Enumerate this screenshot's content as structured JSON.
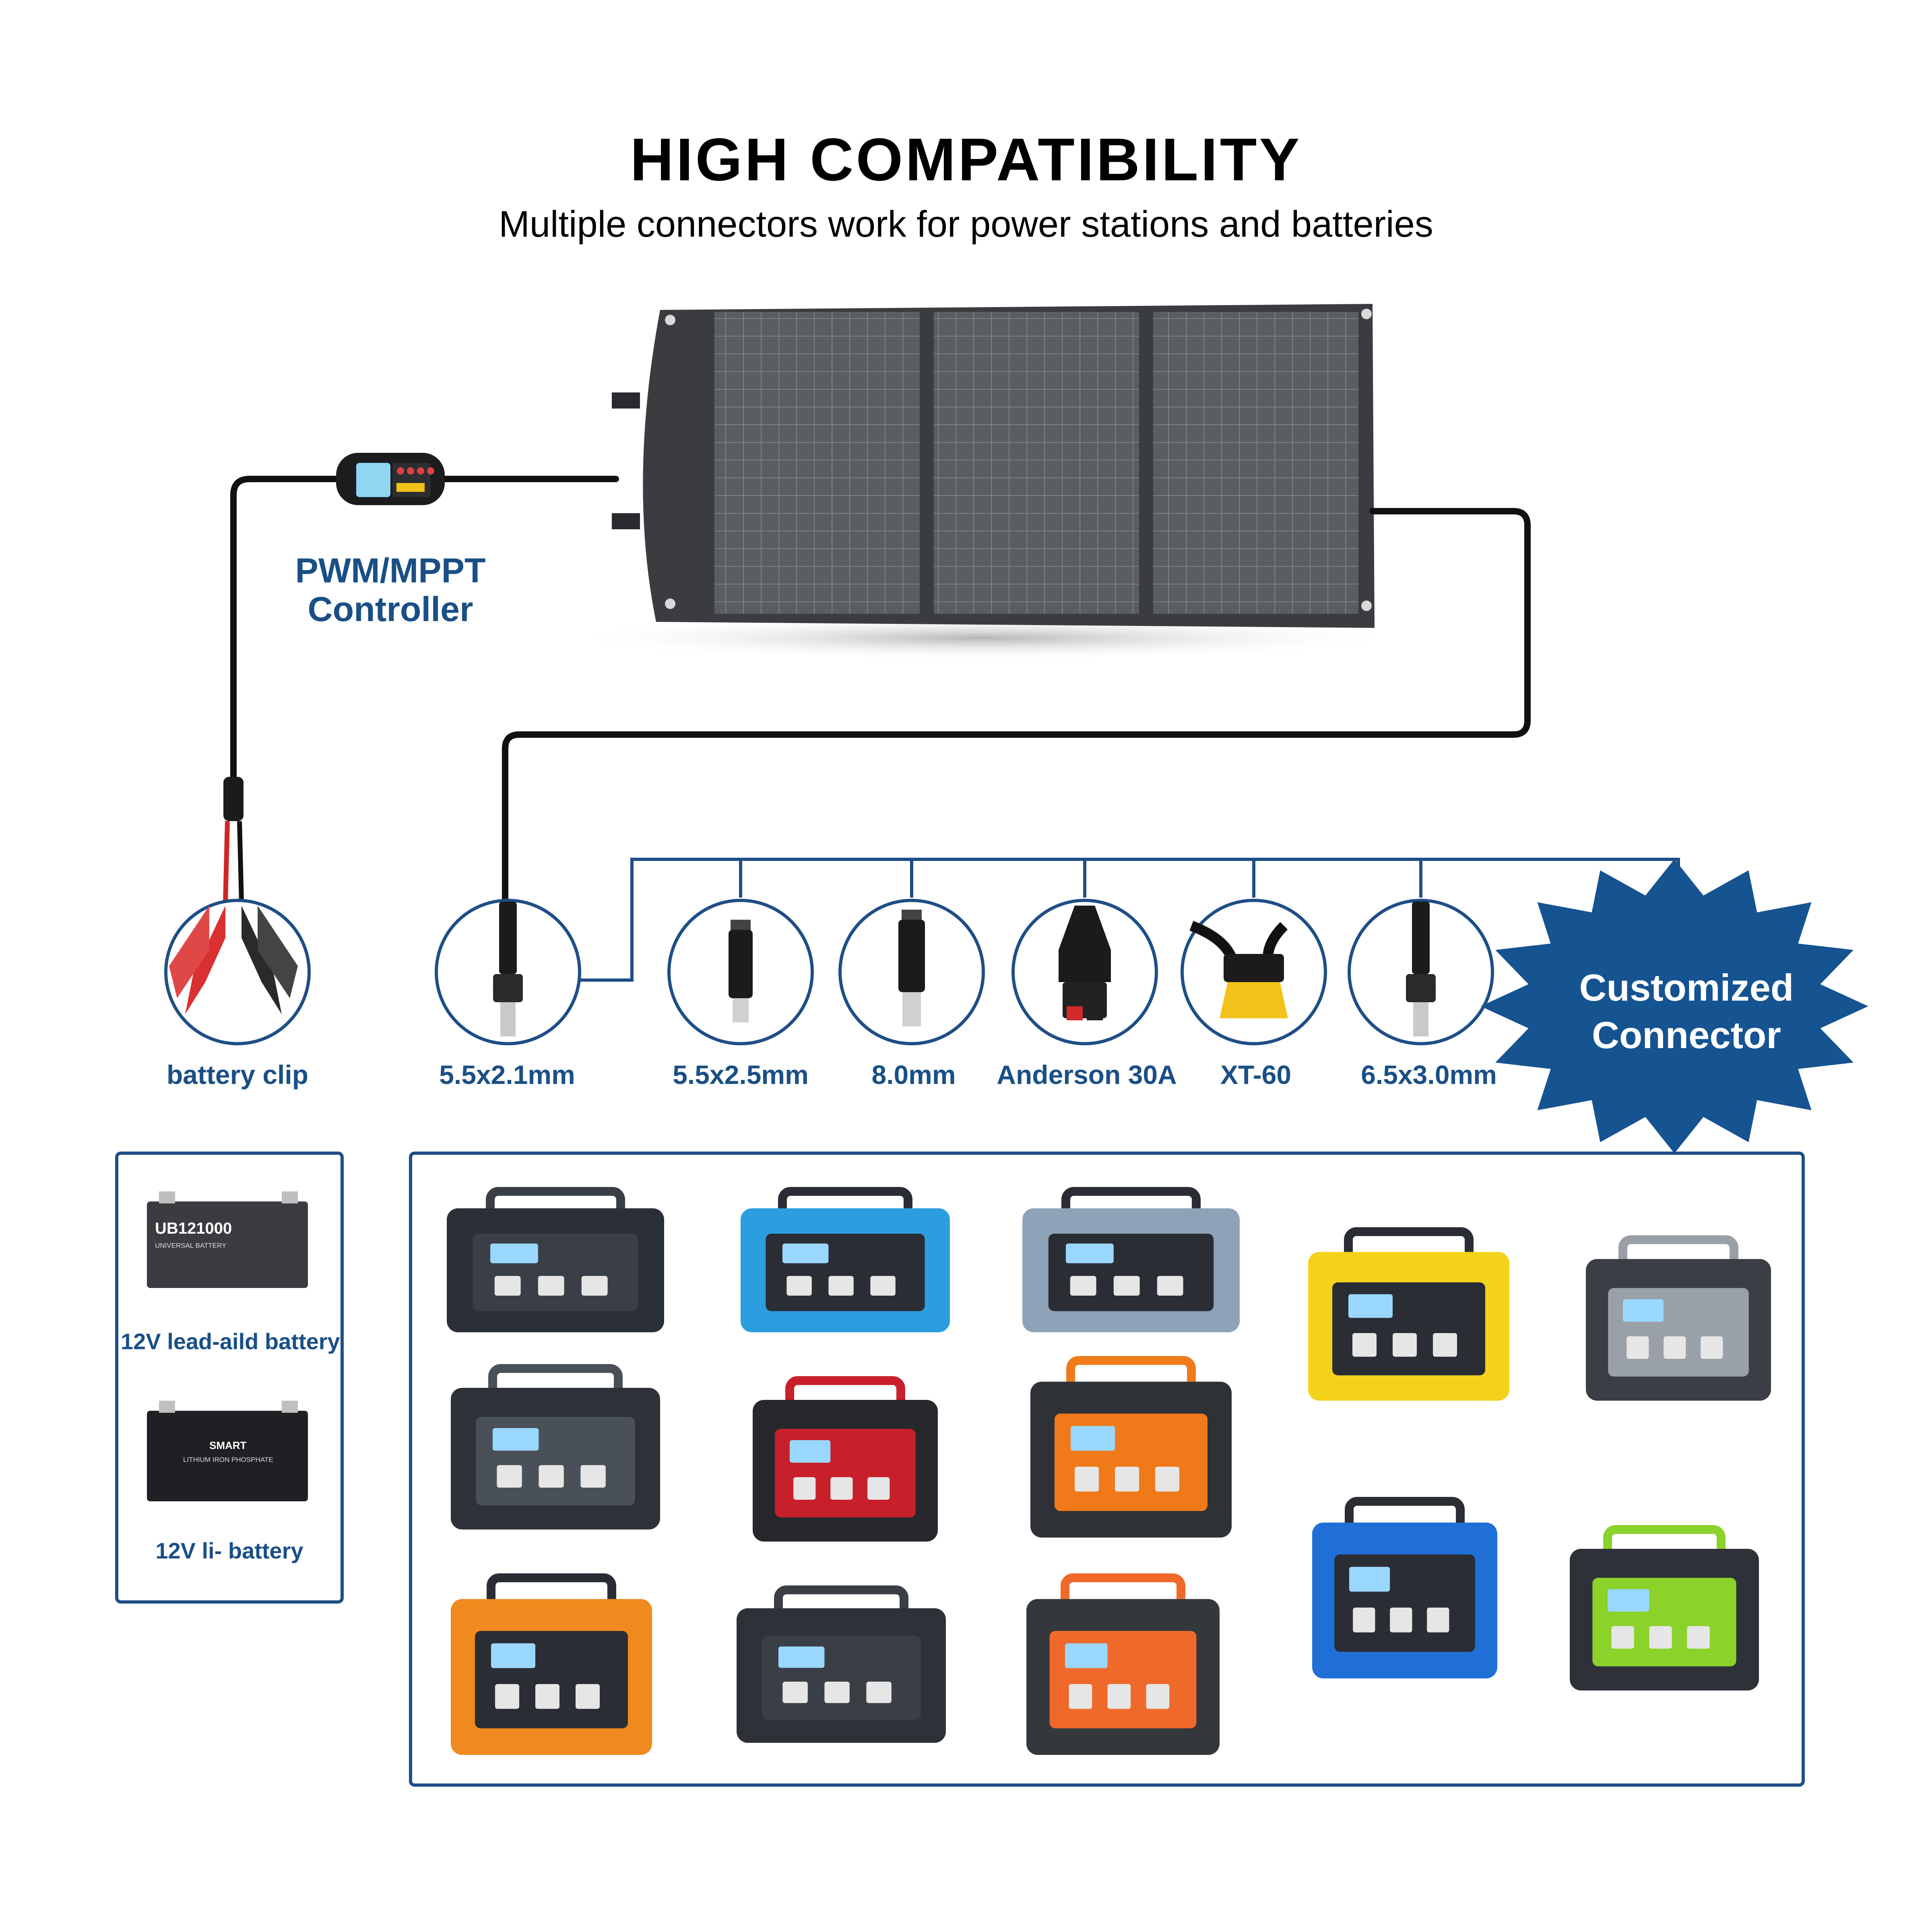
{
  "header": {
    "title": "HIGH COMPATIBILITY",
    "subtitle": "Multiple connectors work for power stations and batteries"
  },
  "controller": {
    "label": "PWM/MPPT\nController"
  },
  "connectors": [
    {
      "label": "battery clip",
      "icon": "battery-clip-icon"
    },
    {
      "label": "5.5x2.1mm",
      "icon": "dc-plug-icon"
    },
    {
      "label": "5.5x2.5mm",
      "icon": "dc-female-jack-icon"
    },
    {
      "label": "8.0mm",
      "icon": "dc-female-jack-icon"
    },
    {
      "label": "Anderson 30A",
      "icon": "anderson-connector-icon"
    },
    {
      "label": "XT-60",
      "icon": "xt60-connector-icon"
    },
    {
      "label": "6.5x3.0mm",
      "icon": "dc-plug-icon"
    }
  ],
  "custom_badge": {
    "label": "Customized\nConnector"
  },
  "batteries": [
    {
      "label": "12V lead-aild battery",
      "case_text": "UB121000",
      "case_subtext": "UNIVERSAL BATTERY"
    },
    {
      "label": "12V li- battery",
      "case_text": "SMART",
      "case_subtext": "LITHIUM IRON PHOSPHATE"
    }
  ],
  "power_stations": [
    {
      "icon": "power-station-icon",
      "body": "#2b2f36",
      "accent": "#3a3f47"
    },
    {
      "icon": "power-station-icon",
      "body": "#2c9ee0",
      "accent": "#2a2d33"
    },
    {
      "icon": "power-station-icon",
      "body": "#8fa3b8",
      "accent": "#2a2d33"
    },
    {
      "icon": "power-station-icon",
      "body": "#f4d21c",
      "accent": "#2a2d33"
    },
    {
      "icon": "power-station-icon",
      "body": "#3b3f45",
      "accent": "#9aa0a8"
    },
    {
      "icon": "power-station-icon",
      "body": "#2e3238",
      "accent": "#4a5058"
    },
    {
      "icon": "power-station-icon",
      "body": "#26282c",
      "accent": "#c8202a"
    },
    {
      "icon": "power-station-icon",
      "body": "#2e3136",
      "accent": "#f07a1a"
    },
    {
      "icon": "power-station-icon",
      "body": "#f08a1e",
      "accent": "#2a2d33"
    },
    {
      "icon": "power-station-icon",
      "body": "#2e3238",
      "accent": "#3a3f46"
    },
    {
      "icon": "power-station-icon",
      "body": "#34373c",
      "accent": "#ef6a2a"
    },
    {
      "icon": "power-station-icon",
      "body": "#1f6fd6",
      "accent": "#2a2d33"
    },
    {
      "icon": "power-station-icon",
      "body": "#2e3238",
      "accent": "#8bd22a"
    }
  ],
  "colors": {
    "brand_blue": "#1a4f86",
    "frame_blue": "#1f4e86",
    "cable": "#111111",
    "panel": "#3a3c40"
  }
}
